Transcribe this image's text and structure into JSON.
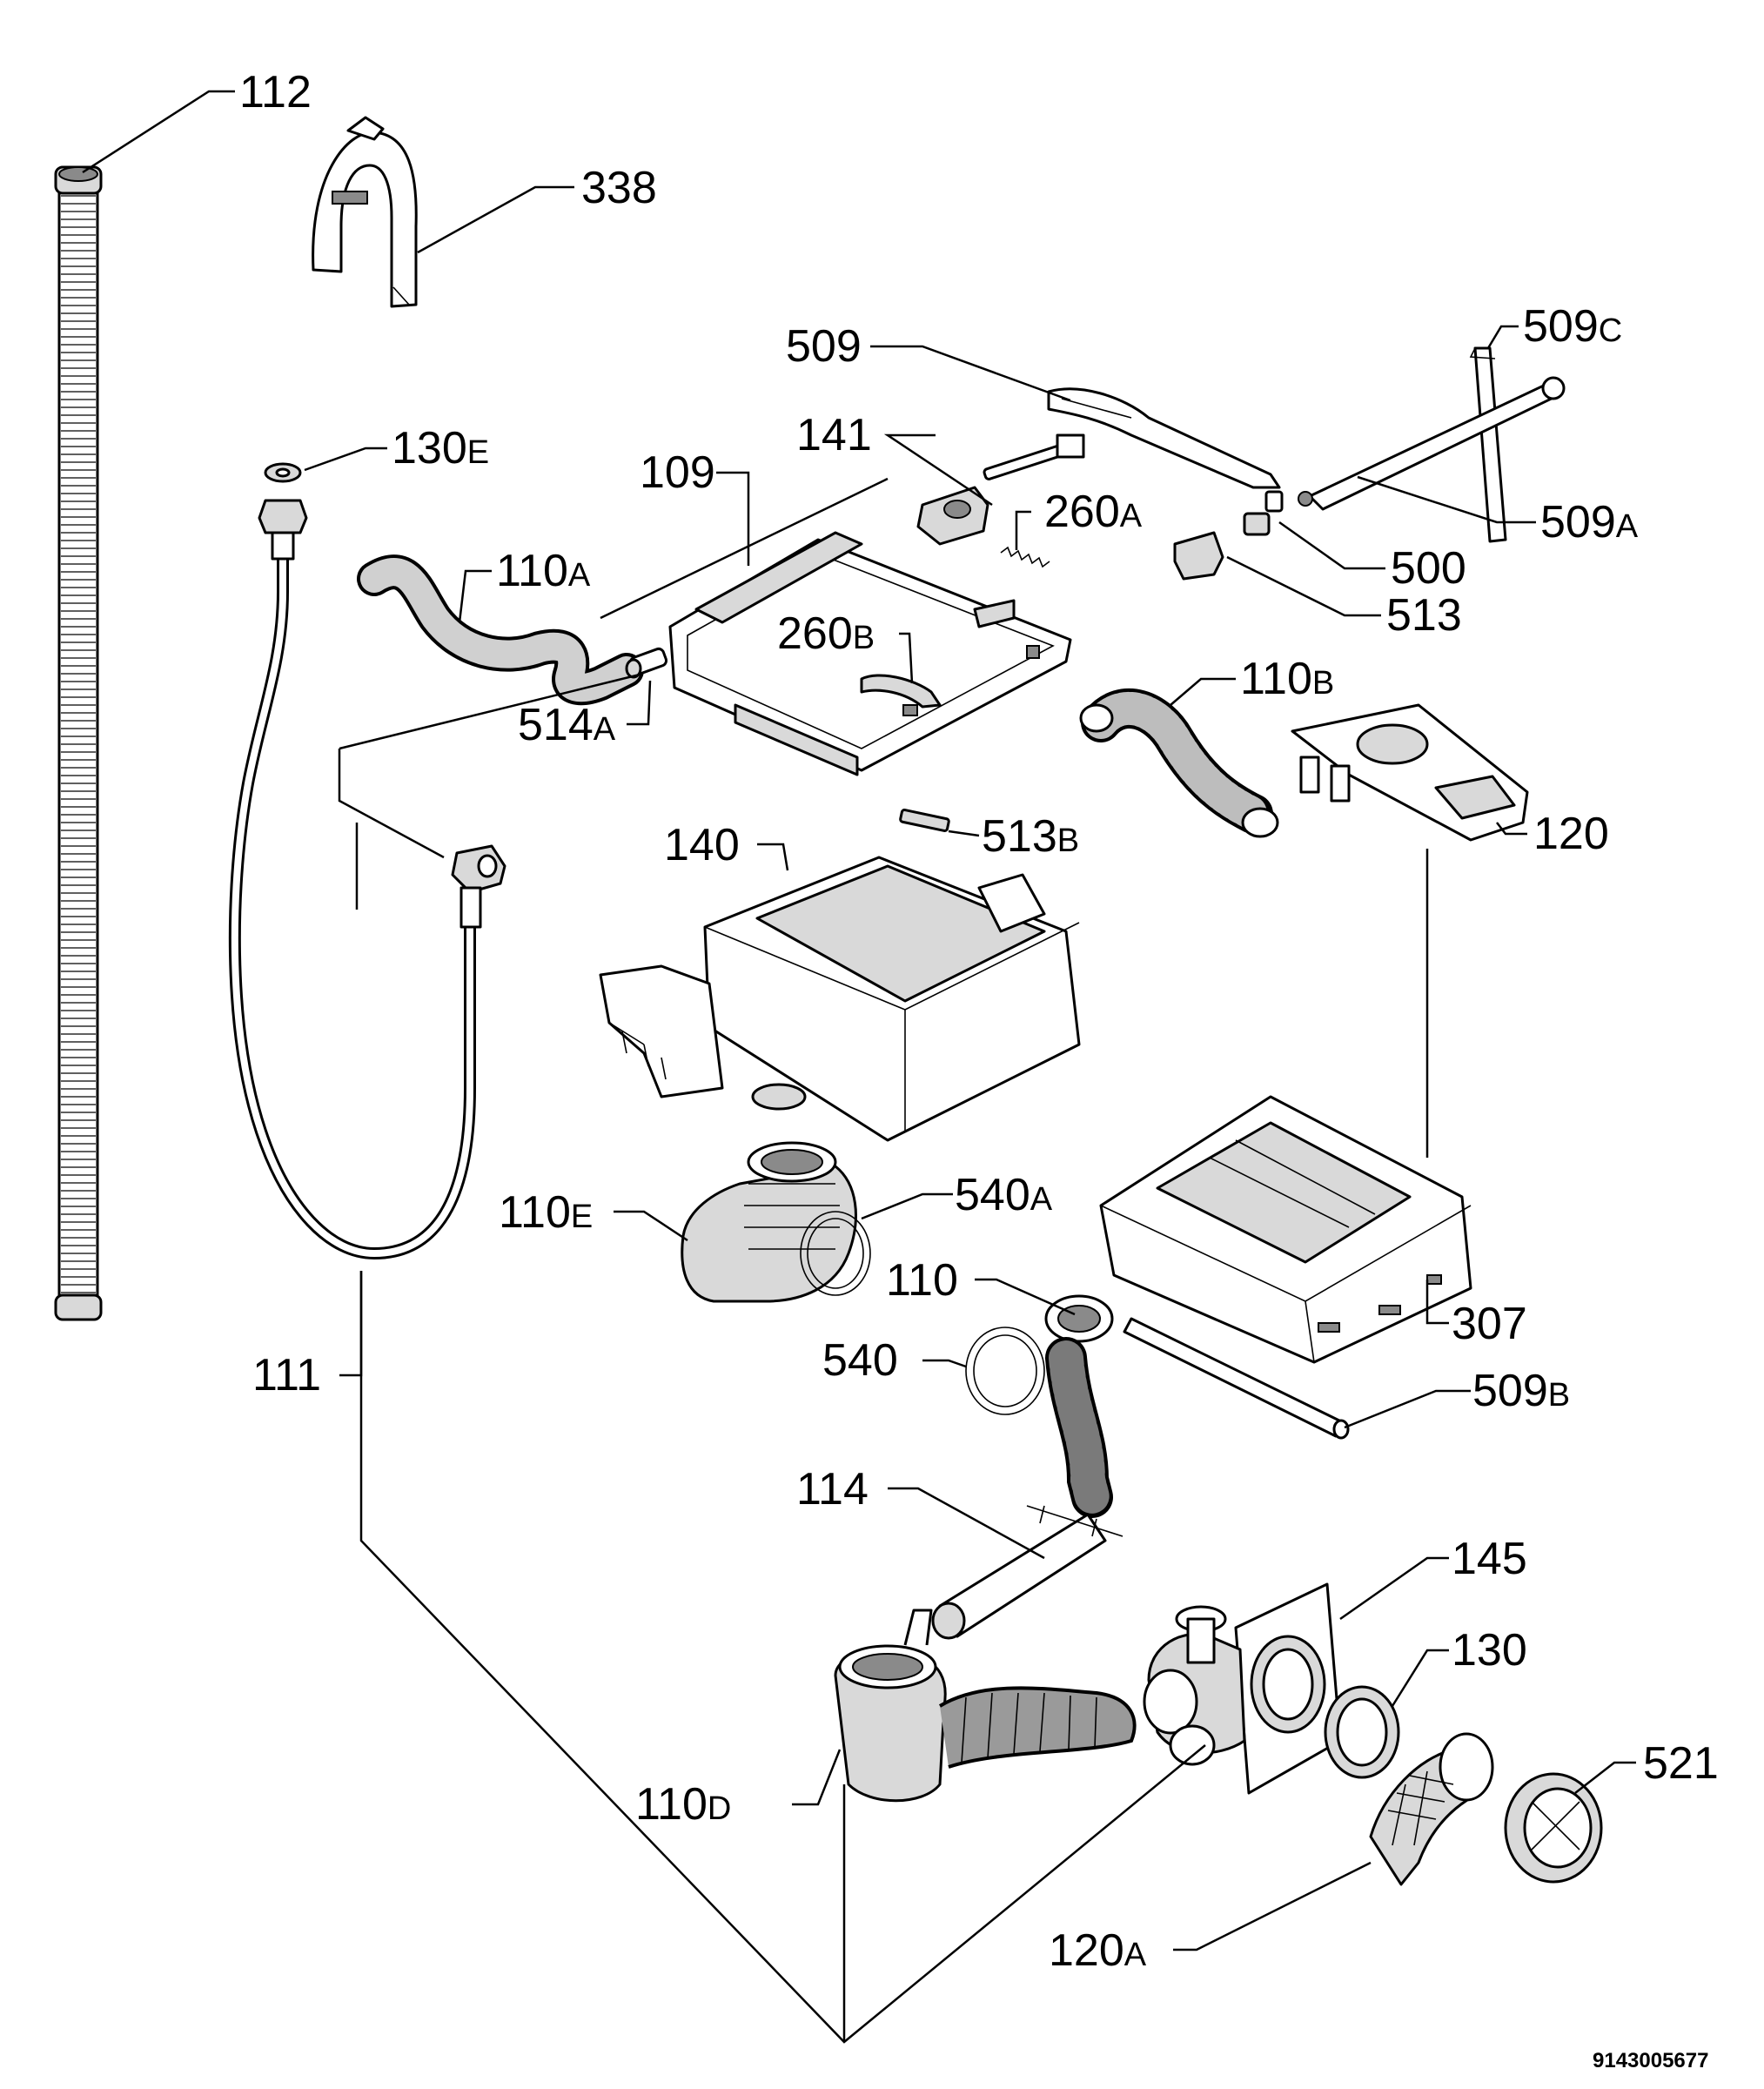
{
  "document_id": "9143005677",
  "parts": [
    {
      "key": "p112",
      "num": "112",
      "suffix": ""
    },
    {
      "key": "p338",
      "num": "338",
      "suffix": ""
    },
    {
      "key": "p509",
      "num": "509",
      "suffix": ""
    },
    {
      "key": "p509c",
      "num": "509",
      "suffix": "C"
    },
    {
      "key": "p130e",
      "num": "130",
      "suffix": "E"
    },
    {
      "key": "p141",
      "num": "141",
      "suffix": ""
    },
    {
      "key": "p109",
      "num": "109",
      "suffix": ""
    },
    {
      "key": "p260a",
      "num": "260",
      "suffix": "A"
    },
    {
      "key": "p509a",
      "num": "509",
      "suffix": "A"
    },
    {
      "key": "p110a",
      "num": "110",
      "suffix": "A"
    },
    {
      "key": "p500",
      "num": "500",
      "suffix": ""
    },
    {
      "key": "p513",
      "num": "513",
      "suffix": ""
    },
    {
      "key": "p260b",
      "num": "260",
      "suffix": "B"
    },
    {
      "key": "p110b",
      "num": "110",
      "suffix": "B"
    },
    {
      "key": "p514a",
      "num": "514",
      "suffix": "A"
    },
    {
      "key": "p120",
      "num": "120",
      "suffix": ""
    },
    {
      "key": "p140",
      "num": "140",
      "suffix": ""
    },
    {
      "key": "p513b",
      "num": "513",
      "suffix": "B"
    },
    {
      "key": "p110e",
      "num": "110",
      "suffix": "E"
    },
    {
      "key": "p540a",
      "num": "540",
      "suffix": "A"
    },
    {
      "key": "p110",
      "num": "110",
      "suffix": ""
    },
    {
      "key": "p540",
      "num": "540",
      "suffix": ""
    },
    {
      "key": "p307",
      "num": "307",
      "suffix": ""
    },
    {
      "key": "p111",
      "num": "111",
      "suffix": ""
    },
    {
      "key": "p509b",
      "num": "509",
      "suffix": "B"
    },
    {
      "key": "p114",
      "num": "114",
      "suffix": ""
    },
    {
      "key": "p145",
      "num": "145",
      "suffix": ""
    },
    {
      "key": "p130",
      "num": "130",
      "suffix": ""
    },
    {
      "key": "p521",
      "num": "521",
      "suffix": ""
    },
    {
      "key": "p110d",
      "num": "110",
      "suffix": "D"
    },
    {
      "key": "p120a",
      "num": "120",
      "suffix": "A"
    }
  ]
}
